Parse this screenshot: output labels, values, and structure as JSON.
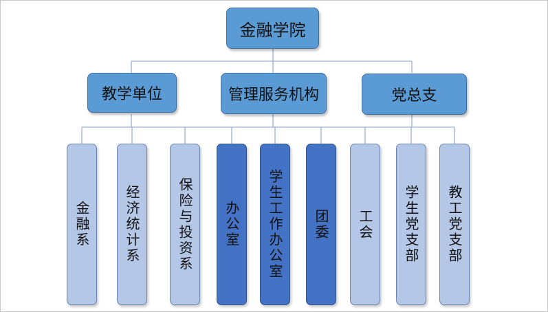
{
  "root": {
    "label": "金融学院"
  },
  "branches": [
    {
      "label": "教学单位"
    },
    {
      "label": "管理服务机构"
    },
    {
      "label": "党总支"
    }
  ],
  "leaves": [
    {
      "label": "金融系",
      "branch": 0
    },
    {
      "label": "经济统计系",
      "branch": 0
    },
    {
      "label": "保险与投资系",
      "branch": 1
    },
    {
      "label": "办公室",
      "branch": 1,
      "highlighted": true
    },
    {
      "label": "学生工作办公室",
      "branch": 1,
      "highlighted": true
    },
    {
      "label": "团委",
      "branch": 1,
      "highlighted": true
    },
    {
      "label": "工会",
      "branch": 1
    },
    {
      "label": "学生党支部",
      "branch": 2
    },
    {
      "label": "教工党支部",
      "branch": 2
    }
  ],
  "colors": {
    "header_fill": "#5b9bd5",
    "leaf_fill": "#b4c7e7",
    "leaf_highlight_fill": "#4472c4",
    "connector": "#9bb0cf"
  }
}
